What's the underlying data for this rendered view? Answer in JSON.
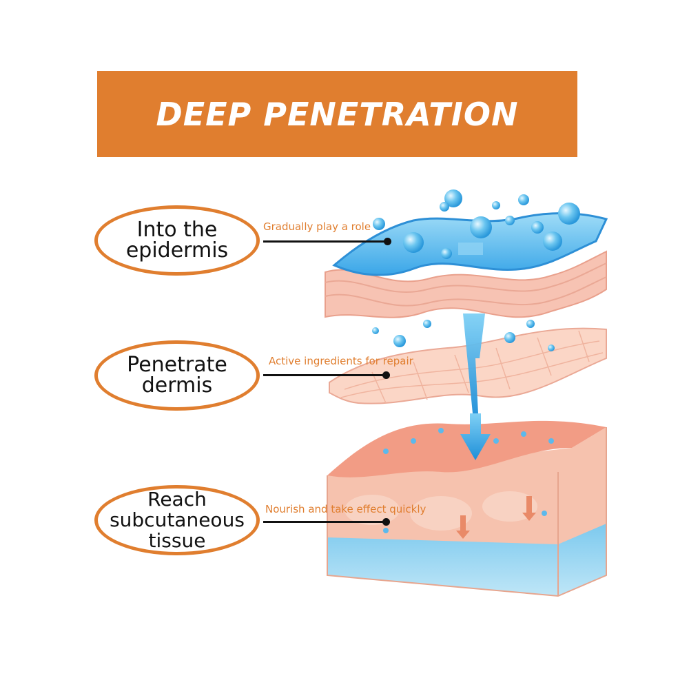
{
  "title": "DEEP PENETRATION",
  "layers": [
    {
      "label": "Into the\nepidermis",
      "annotation": "Gradually play a role"
    },
    {
      "label": "Penetrate\ndermis",
      "annotation": "Active ingredients for repair"
    },
    {
      "label": "Reach\nsubcutaneous\ntissue",
      "annotation": "Nourish and take effect quickly"
    }
  ],
  "colors": {
    "accent": "#e07e2f",
    "water": "#4fb3e6",
    "skin": "#f4b39a"
  }
}
